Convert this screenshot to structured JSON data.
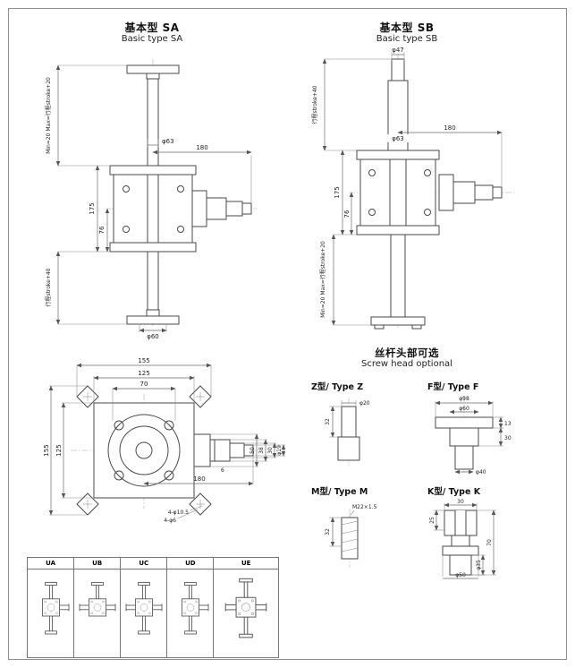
{
  "page": {
    "border_color": "#8f8f8f"
  },
  "sa": {
    "title_zh": "基本型 SA",
    "title_en": "Basic type SA",
    "dim_top_stroke": "Min=20 Max=行程stroke+20",
    "dim_phi63": "φ63",
    "dim_180": "180",
    "dim_175": "175",
    "dim_76": "76",
    "dim_bottom_stroke": "行程stroke+40",
    "dim_phi60": "φ60"
  },
  "sb": {
    "title_zh": "基本型 SB",
    "title_en": "Basic type SB",
    "dim_phi47": "φ47",
    "dim_top_stroke": "行程stroke+40",
    "dim_phi63": "φ63",
    "dim_180": "180",
    "dim_175": "175",
    "dim_76": "76",
    "dim_bottom_stroke": "Min=20 Max=行程stroke+20"
  },
  "plan": {
    "dim_155_top": "155",
    "dim_125_top": "125",
    "dim_70": "70",
    "dim_155_left": "155",
    "dim_125_left": "125",
    "dim_50": "50",
    "dim_38": "38",
    "dim_30": "30",
    "dim_phi19": "φ19",
    "dim_6": "6",
    "dim_180": "180",
    "note_holes_1": "4-φ10.5",
    "note_holes_2": "4-φ6"
  },
  "screw_head": {
    "title_zh": "丝杆头部可选",
    "title_en": "Screw head optional",
    "type_z": {
      "label": "Z型/ Type Z",
      "dim_phi20": "φ20",
      "dim_32": "32"
    },
    "type_f": {
      "label": "F型/ Type F",
      "dim_phi98": "φ98",
      "dim_phi60": "φ60",
      "dim_13": "13",
      "dim_30": "30",
      "dim_phi40": "φ40"
    },
    "type_m": {
      "label": "M型/ Type M",
      "dim_thread": "M22×1.5",
      "dim_32": "32"
    },
    "type_k": {
      "label": "K型/ Type K",
      "dim_30": "30",
      "dim_25": "25",
      "dim_phi35": "φ35",
      "dim_70": "70",
      "dim_phi50": "φ50"
    }
  },
  "variants": {
    "items": [
      {
        "label": "UA"
      },
      {
        "label": "UB"
      },
      {
        "label": "UC"
      },
      {
        "label": "UD"
      },
      {
        "label": "UE"
      }
    ]
  }
}
